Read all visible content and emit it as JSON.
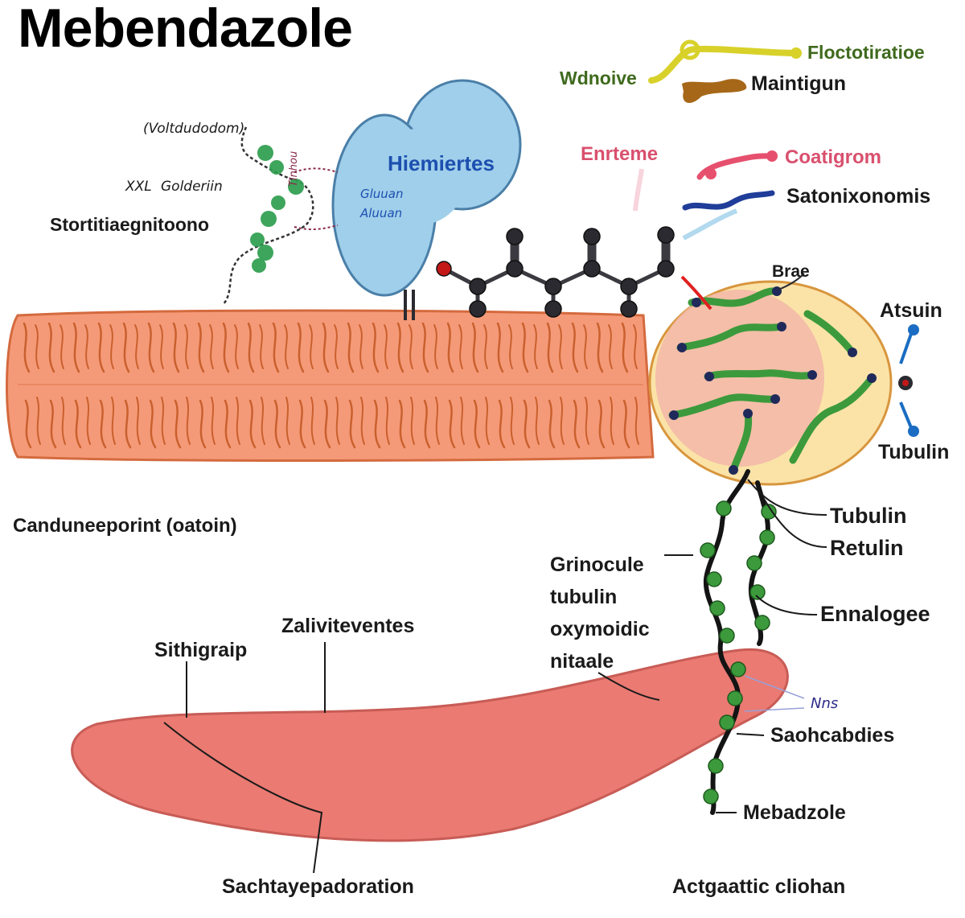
{
  "title": "Mebendazole",
  "labels": {
    "top_green": "Floctotiratioe",
    "top_left_green": "Wdnoive",
    "top_brown": "Maintigun",
    "protein_main": "Hiemiertes",
    "protein_sub1": "Gluuan",
    "protein_sub2": "Aluuan",
    "vertical_small": "Tlnhou",
    "side_small1": "(Voltdudodom)",
    "side_small2": "XXL",
    "side_small3": "Golderiin",
    "side_main": "Stortitiaegnitoono",
    "pink_left": "Enrteme",
    "pink_right": "Coatigrom",
    "navy_right": "Satonixonomis",
    "brae": "Brae",
    "atsuin": "Atsuin",
    "tubulin_right": "Tubulin",
    "left_mid": "Canduneeporint (oatoin)",
    "tubulin1": "Tubulin",
    "retulin": "Retulin",
    "center_text": [
      "Grinocule",
      "tubulin",
      "oxymoidic",
      "nitaale"
    ],
    "ennalogee": "Ennalogee",
    "nns": "Nns",
    "saohcabdies": "Saohcabdies",
    "mebadzole": "Mebadzole",
    "zalivteventes": "Zaliviteventes",
    "sithigraip": "Sithigraip",
    "bottom_left": "Sachtayepadoration",
    "bottom_right": "Actgaattic cliohan"
  },
  "colors": {
    "tube_fill": "#f59a78",
    "tube_stroke": "#d46a3e",
    "tube_pattern": "#c9602e",
    "end_cap": "#fbe3a8",
    "end_inner": "#f2b7a8",
    "bottom_organelle": "#ea7a72",
    "bottom_stroke": "#c85c56",
    "protein_fill": "#9fcfea",
    "protein_stroke": "#4a7fa8",
    "strand_green": "#3c9a3c",
    "bead_green": "#2e9d4e",
    "atom_dark": "#2a2a30",
    "oxygen_red": "#c41818",
    "yellow_chain": "#d8d12a",
    "brown_blob": "#a66818",
    "pink_chain": "#e6506e",
    "navy_chain": "#1f3d99",
    "blue_pin": "#1a6dc2"
  }
}
